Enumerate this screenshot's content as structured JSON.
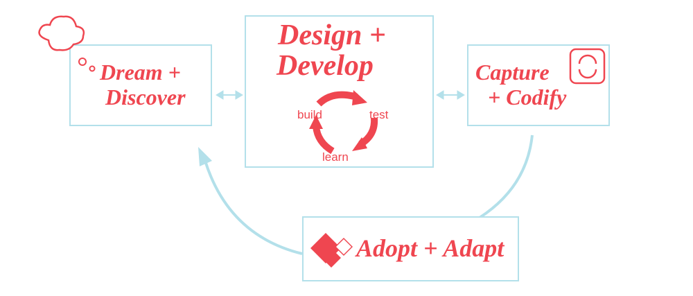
{
  "stages": {
    "dream": {
      "line1": "Dream +",
      "line2": "Discover"
    },
    "design": {
      "line1": "Design +",
      "line2": "Develop"
    },
    "capture": {
      "line1": "Capture",
      "line2": "+ Codify"
    },
    "adopt": {
      "title": "Adopt + Adapt"
    }
  },
  "cycle": {
    "build": "build",
    "test": "test",
    "learn": "learn"
  },
  "colors": {
    "accent": "#ef4650",
    "line": "#b3e0ea"
  }
}
